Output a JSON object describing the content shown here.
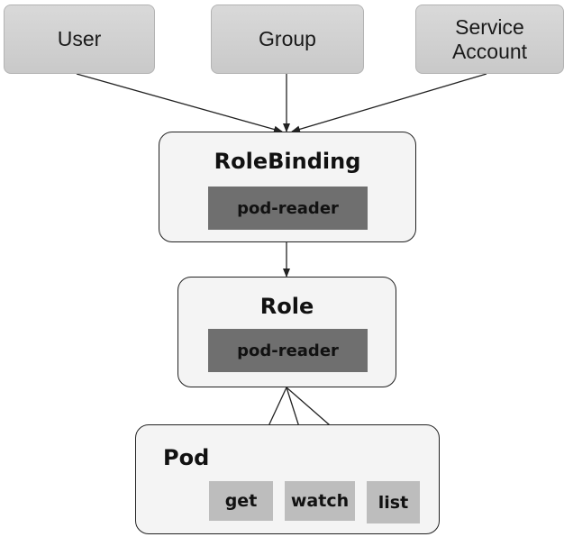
{
  "subjects": {
    "user": "User",
    "group": "Group",
    "service_account_line1": "Service",
    "service_account_line2": "Account"
  },
  "rolebinding": {
    "title": "RoleBinding",
    "role_ref": "pod-reader"
  },
  "role": {
    "title": "Role",
    "name": "pod-reader"
  },
  "pod": {
    "title": "Pod",
    "verbs": [
      "get",
      "watch",
      "list"
    ]
  },
  "colors": {
    "subject_fill": "#d4d4d4",
    "container_fill": "#f4f4f4",
    "label_dark": "#6f6f6f",
    "verb_fill": "#bdbdbd",
    "edge": "#222222"
  }
}
